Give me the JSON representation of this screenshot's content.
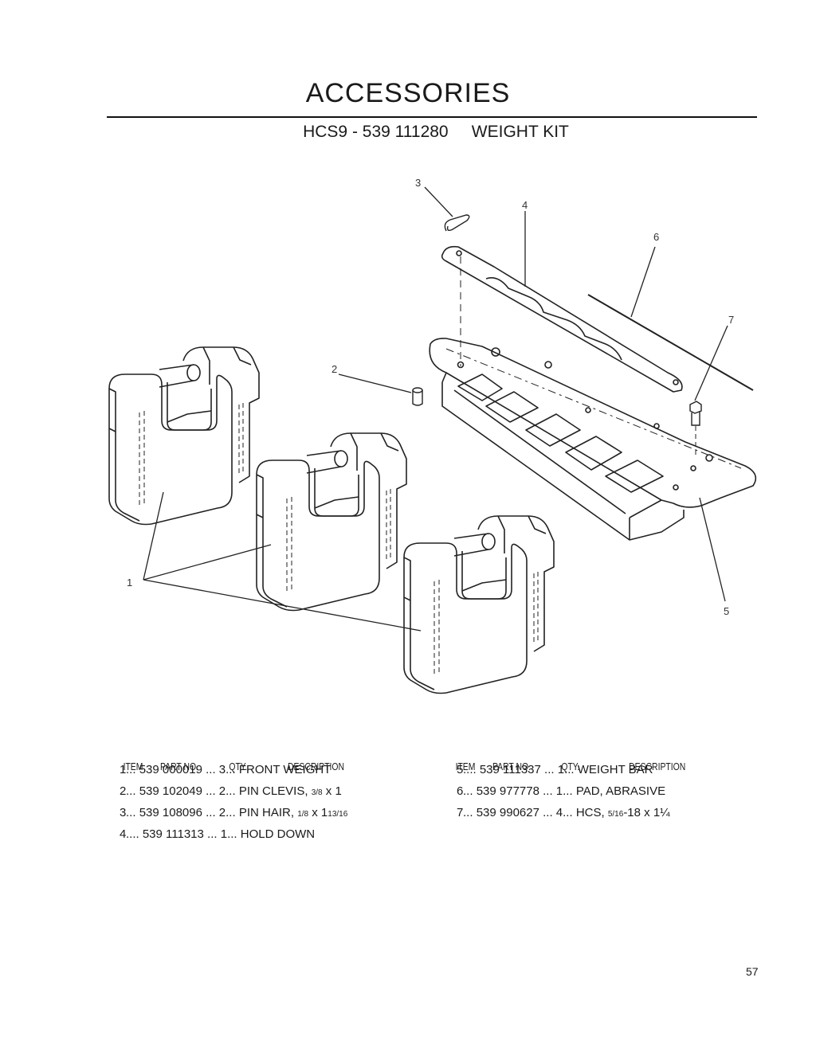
{
  "title": "ACCESSORIES",
  "subtitle": "HCS9 - 539 111280     WEIGHT KIT",
  "diagram_labels": [
    "1",
    "2",
    "3",
    "4",
    "5",
    "6",
    "7"
  ],
  "table_headers": {
    "item": "ITEM",
    "part_no": "PART NO.",
    "qty": "QTY.",
    "description": "DESCRIPTION"
  },
  "parts_left": [
    {
      "item": "1",
      "sep1": "...",
      "part_no": "539 000019",
      "sep2": "...",
      "qty": "3",
      "sep3": "...",
      "description": "FRONT WEIGHT"
    },
    {
      "item": "2",
      "sep1": "...",
      "part_no": "539 102049",
      "sep2": "...",
      "qty": "2",
      "sep3": "...",
      "description": "PIN CLEVIS, ",
      "fraction": "3/8",
      "suffix": " x 1"
    },
    {
      "item": "3",
      "sep1": "...",
      "part_no": "539 108096",
      "sep2": "...",
      "qty": "2",
      "sep3": "...",
      "description": "PIN HAIR, ",
      "fraction": "1/8",
      "suffix": " x 1",
      "fraction2": "13/16"
    },
    {
      "item": "4",
      "sep1": "....",
      "part_no": "539 111313",
      "sep2": "...",
      "qty": "1",
      "sep3": "...",
      "description": "HOLD DOWN"
    }
  ],
  "parts_right": [
    {
      "item": "5",
      "sep1": "....",
      "part_no": "539 111337",
      "sep2": "...",
      "qty": "1",
      "sep3": "...",
      "description": "WEIGHT BAR"
    },
    {
      "item": "6",
      "sep1": "...",
      "part_no": "539 977778",
      "sep2": "...",
      "qty": "1",
      "sep3": "...",
      "description": "PAD, ABRASIVE"
    },
    {
      "item": "7",
      "sep1": "...",
      "part_no": "539 990627",
      "sep2": "...",
      "qty": "4",
      "sep3": "...",
      "description": "HCS, ",
      "fraction": "5/16",
      "suffix": "-18 x 1¼"
    }
  ],
  "page_number": "57"
}
